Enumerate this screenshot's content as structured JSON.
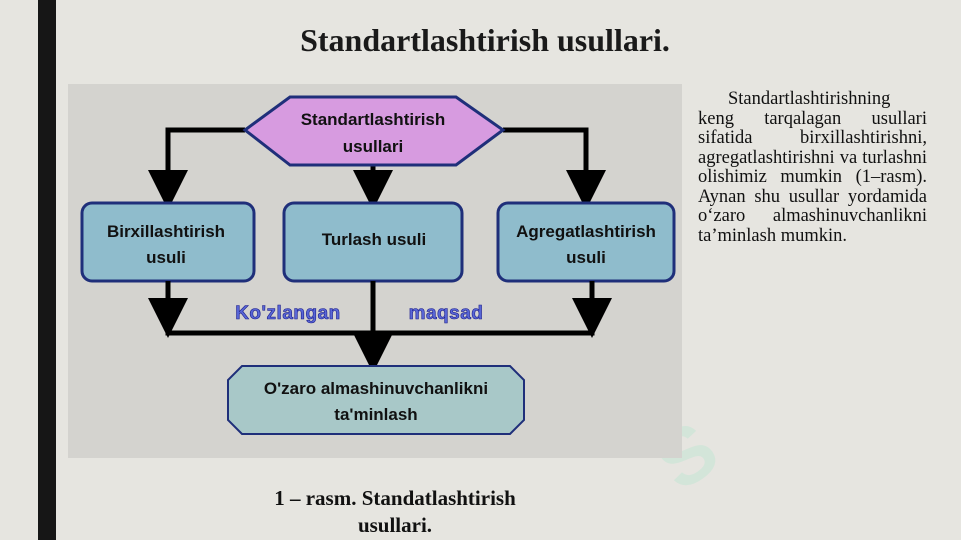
{
  "title": "Standartlashtirish usullari.",
  "diagram": {
    "top_box": [
      "Standartlashtirish",
      "usullari"
    ],
    "boxes": [
      [
        "Birxillashtirish",
        "usuli"
      ],
      [
        "Turlash usuli"
      ],
      [
        "Agregatlashtirish",
        "usuli"
      ]
    ],
    "goal_left": "Ko'zlangan",
    "goal_right": "maqsad",
    "bottom_box": [
      "O'zaro almashinuvchanlikni",
      "ta'minlash"
    ],
    "colors": {
      "top_fill": "#d79be0",
      "box_fill": "#8fbccc",
      "box_border": "#1f2f7a",
      "bottom_fill": "#a8c8c8",
      "arrow": "#000000"
    }
  },
  "side_text": "Standartlashtirishning keng tarqalagan usullari sifatida birxillashtirishni, agregatlashtirishni va turlashni olishimiz mumkin (1–rasm). Aynan shu usullar yordamida o‘zaro almashinuvchanlikni ta’minlash mumkin.",
  "caption": "1 – rasm. Standatlashtirish usullari."
}
